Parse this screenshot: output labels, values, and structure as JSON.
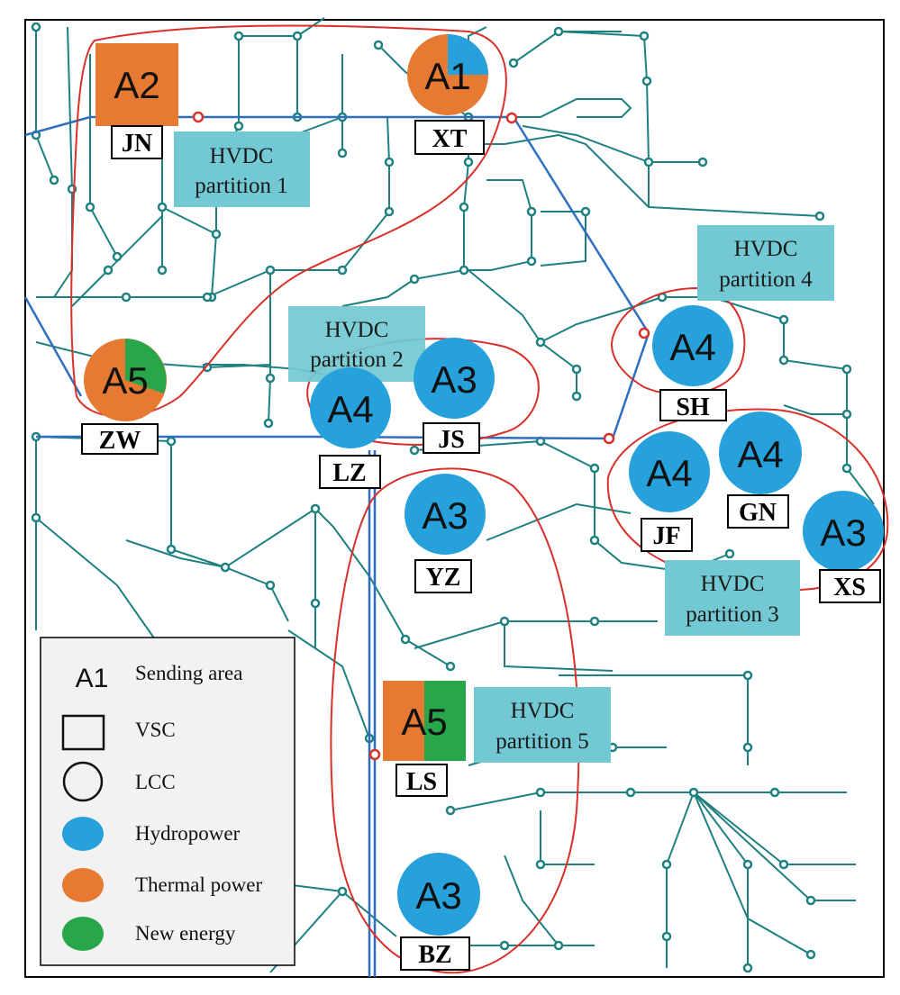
{
  "colors": {
    "hydro": "#27a1dc",
    "thermal": "#e77a33",
    "new_energy": "#27a64a",
    "network_line": "#1e8080",
    "hvdc_line": "#2f6fc0",
    "partition_outline": "#d9302a",
    "partition_box": "#72c9d3",
    "legend_bg": "#f2f2f2"
  },
  "partitions": [
    {
      "id": "p1",
      "line1": "HVDC",
      "line2": "partition 1"
    },
    {
      "id": "p2",
      "line1": "HVDC",
      "line2": "partition 2"
    },
    {
      "id": "p3",
      "line1": "HVDC",
      "line2": "partition 3"
    },
    {
      "id": "p4",
      "line1": "HVDC",
      "line2": "partition 4"
    },
    {
      "id": "p5",
      "line1": "HVDC",
      "line2": "partition 5"
    }
  ],
  "stations": [
    {
      "code": "JN",
      "area": "A2",
      "shape": "square",
      "mix": [
        {
          "type": "thermal",
          "share": 1.0
        }
      ]
    },
    {
      "code": "XT",
      "area": "A1",
      "shape": "circle",
      "mix": [
        {
          "type": "hydro",
          "share": 0.25
        },
        {
          "type": "thermal",
          "share": 0.75
        }
      ]
    },
    {
      "code": "ZW",
      "area": "A5",
      "shape": "circle",
      "mix": [
        {
          "type": "new_energy",
          "share": 0.3
        },
        {
          "type": "thermal",
          "share": 0.7
        }
      ]
    },
    {
      "code": "LZ",
      "area": "A4",
      "shape": "circle",
      "mix": [
        {
          "type": "hydro",
          "share": 1.0
        }
      ]
    },
    {
      "code": "JS",
      "area": "A3",
      "shape": "circle",
      "mix": [
        {
          "type": "hydro",
          "share": 1.0
        }
      ]
    },
    {
      "code": "SH",
      "area": "A4",
      "shape": "circle",
      "mix": [
        {
          "type": "hydro",
          "share": 1.0
        }
      ]
    },
    {
      "code": "JF",
      "area": "A4",
      "shape": "circle",
      "mix": [
        {
          "type": "hydro",
          "share": 1.0
        }
      ]
    },
    {
      "code": "GN",
      "area": "A4",
      "shape": "circle",
      "mix": [
        {
          "type": "hydro",
          "share": 1.0
        }
      ]
    },
    {
      "code": "XS",
      "area": "A3",
      "shape": "circle",
      "mix": [
        {
          "type": "hydro",
          "share": 1.0
        }
      ]
    },
    {
      "code": "YZ",
      "area": "A3",
      "shape": "circle",
      "mix": [
        {
          "type": "hydro",
          "share": 1.0
        }
      ]
    },
    {
      "code": "LS",
      "area": "A5",
      "shape": "square",
      "mix": [
        {
          "type": "thermal",
          "share": 0.5
        },
        {
          "type": "new_energy",
          "share": 0.5
        }
      ]
    },
    {
      "code": "BZ",
      "area": "A3",
      "shape": "circle",
      "mix": [
        {
          "type": "hydro",
          "share": 1.0
        }
      ]
    }
  ],
  "legend": {
    "items": [
      {
        "symbol": "text",
        "symbol_text": "A1",
        "label": "Sending area"
      },
      {
        "symbol": "square",
        "label": "VSC"
      },
      {
        "symbol": "circle-outline",
        "label": "LCC"
      },
      {
        "symbol": "ellipse",
        "color_key": "hydro",
        "label": "Hydropower"
      },
      {
        "symbol": "ellipse",
        "color_key": "thermal",
        "label": "Thermal power"
      },
      {
        "symbol": "ellipse",
        "color_key": "new_energy",
        "label": "New energy"
      }
    ]
  }
}
